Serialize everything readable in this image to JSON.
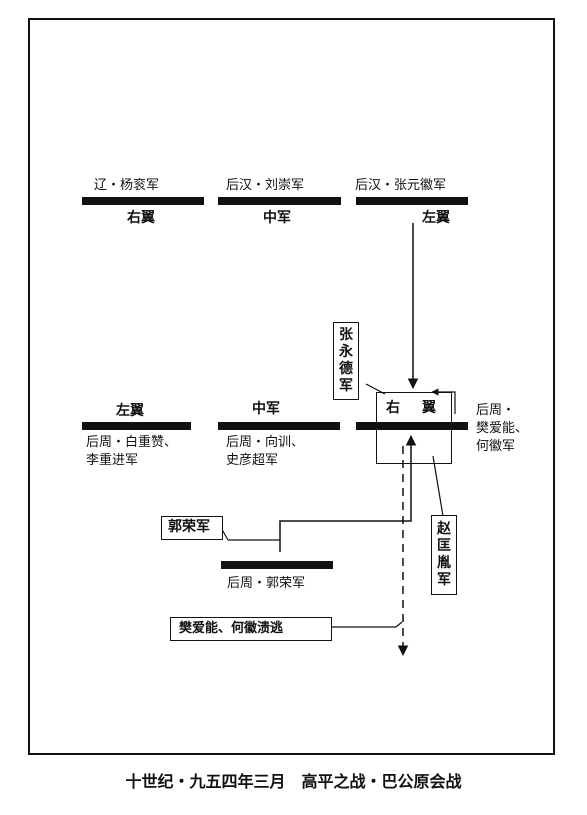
{
  "top_row": {
    "left_unit": "辽・杨衮军",
    "left_role": "右翼",
    "mid_unit": "后汉・刘崇军",
    "mid_role": "中军",
    "right_unit": "后汉・张元徽军",
    "right_role": "左翼"
  },
  "middle_row": {
    "left_role": "左翼",
    "left_unit_line1": "后周・白重赞、",
    "left_unit_line2": "李重进军",
    "mid_role": "中军",
    "mid_unit_line1": "后周・向训、",
    "mid_unit_line2": "史彦超军",
    "right_role_a": "右",
    "right_role_b": "翼",
    "right_unit_line1": "后周・",
    "right_unit_line2": "樊爱能、",
    "right_unit_line3": "何徽军"
  },
  "callouts": {
    "zhang_yongde": "张永德军",
    "zhao_kuangyin": "赵匡胤军",
    "guo_rong_label": "郭荣军",
    "rout": "樊爱能、何徽溃逃"
  },
  "bottom": {
    "guo_rong_unit": "后周・郭荣军"
  },
  "caption": "十世纪・九五四年三月　高平之战・巴公原会战"
}
